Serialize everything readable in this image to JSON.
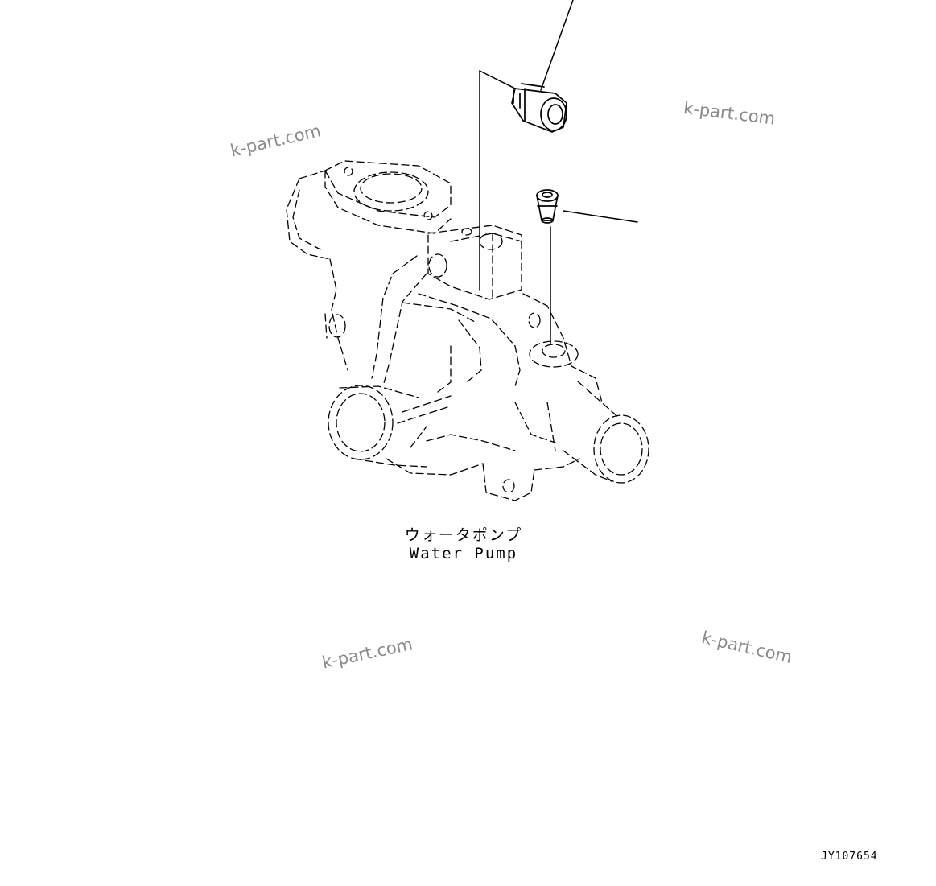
{
  "watermarks": [
    "k-part.com",
    "k-part.com",
    "k-part.com",
    "k-part.com"
  ],
  "caption": {
    "japanese": "ウォータポンプ",
    "english": "Water Pump"
  },
  "drawing_code": "JY107654",
  "colors": {
    "line": "#000000",
    "watermark": "#8a8a8a",
    "background": "#ffffff"
  }
}
